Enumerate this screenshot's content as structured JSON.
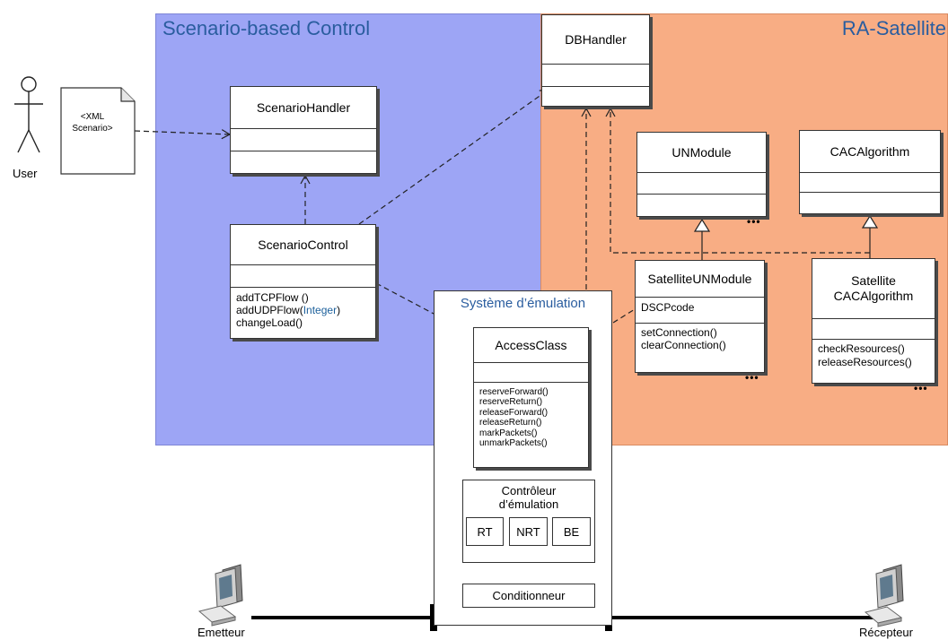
{
  "regions": {
    "scenario_title": "Scenario-based Control",
    "satellite_title": "RA-Satellite"
  },
  "actor": {
    "label": "User"
  },
  "document": {
    "line1": "<XML",
    "line2": "Scenario>"
  },
  "classes": {
    "db_handler": {
      "name": "DBHandler"
    },
    "scenario_handler": {
      "name": "ScenarioHandler"
    },
    "scenario_control": {
      "name": "ScenarioControl",
      "ops": [
        "addTCPFlow ()",
        "addUDPFlow(",
        "Integer",
        ")",
        "changeLoad()"
      ]
    },
    "un_module": {
      "name": "UNModule"
    },
    "cac_algorithm": {
      "name": "CACAlgorithm"
    },
    "satellite_un_module": {
      "name": "SatelliteUNModule",
      "attr": "DSCPcode",
      "ops": [
        "setConnection()",
        "clearConnection()"
      ]
    },
    "satellite_cac": {
      "name_line1": "Satellite",
      "name_line2": "CACAlgorithm",
      "ops": [
        "checkResources()",
        "releaseResources()"
      ]
    },
    "access_class": {
      "name": "AccessClass",
      "ops": [
        "reserveForward()",
        "reserveReturn()",
        "releaseForward()",
        "releaseReturn()",
        "markPackets()",
        "unmarkPackets()"
      ]
    }
  },
  "emulation": {
    "title": "Système d’émulation",
    "controller_line1": "Contrôleur",
    "controller_line2": "d’émulation",
    "queues": [
      "RT",
      "NRT",
      "BE"
    ],
    "conditioner": "Conditionneur"
  },
  "ellipsis": "•••",
  "computers": {
    "sender": "Emetteur",
    "receiver": "Récepteur"
  },
  "colors": {
    "scenario_bg": "#9da5f5",
    "satellite_bg": "#f8ad84",
    "region_title": "#2a5d9f",
    "integer_type": "#1b5f9b"
  }
}
